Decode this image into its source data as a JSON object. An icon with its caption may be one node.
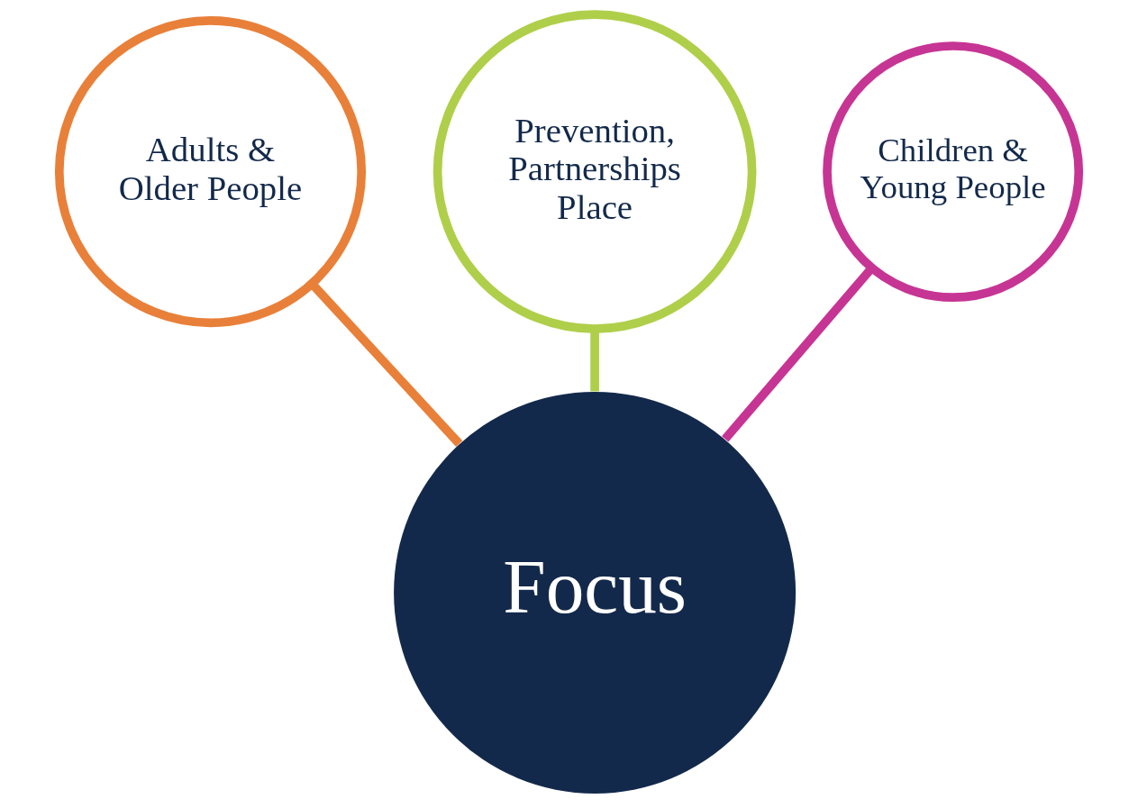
{
  "diagram": {
    "nodes": [
      {
        "text": [
          "Focus"
        ]
      },
      {
        "text": [
          "Adults & Older People"
        ]
      },
      {
        "text": [
          "Prevention, Partnerships Place"
        ]
      },
      {
        "text": [
          "Children & Young People"
        ]
      }
    ],
    "edges": [
      {
        "from": 0,
        "to": 1,
        "arrow": "none",
        "color": "#e8803a"
      },
      {
        "from": 0,
        "to": 2,
        "arrow": "none",
        "color": "#afcf4a"
      },
      {
        "from": 0,
        "to": 3,
        "arrow": "none",
        "color": "#c63594"
      }
    ]
  }
}
